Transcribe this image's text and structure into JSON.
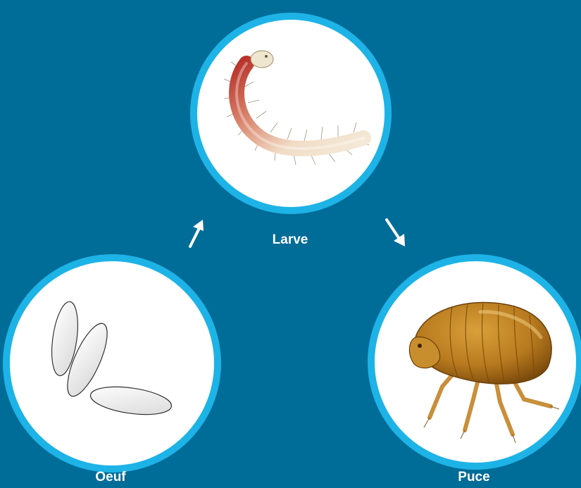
{
  "stages": {
    "larve": {
      "label": "Larve"
    },
    "oeuf": {
      "label": "Oeuf"
    },
    "puce": {
      "label": "Puce"
    }
  },
  "colors": {
    "background": "#006c98",
    "ring": "#1db3e6",
    "label": "#ffffff"
  }
}
